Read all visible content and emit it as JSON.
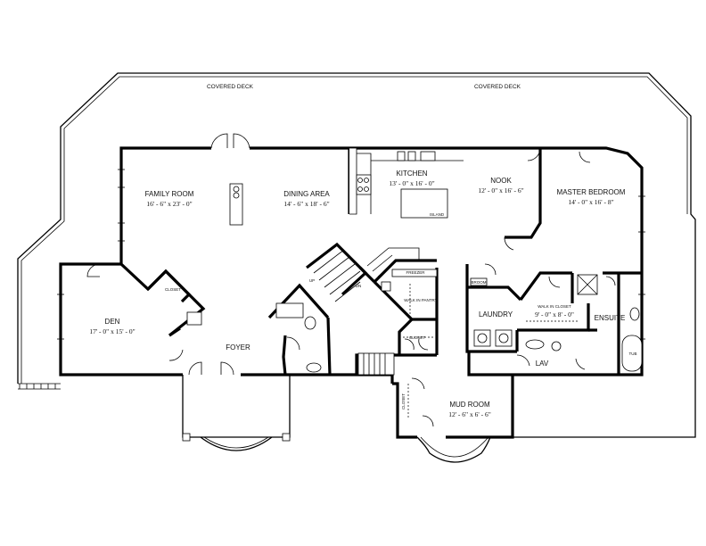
{
  "deck": {
    "left_label": "COVERED DECK",
    "right_label": "COVERED DECK"
  },
  "rooms": {
    "family_room": {
      "name": "FAMILY ROOM",
      "dims": "16' - 6\" x 23' - 0\""
    },
    "dining_area": {
      "name": "DINING AREA",
      "dims": "14' - 6\" x 18' - 6\""
    },
    "kitchen": {
      "name": "KITCHEN",
      "dims": "13' - 0\" x 16' - 0\""
    },
    "nook": {
      "name": "NOOK",
      "dims": "12' - 0\" x 16' - 6\""
    },
    "master_bedroom": {
      "name": "MASTER BEDROOM",
      "dims": "14' - 0\" x 16' - 8\""
    },
    "den": {
      "name": "DEN",
      "dims": "17' - 0\" x 15' - 0\""
    },
    "foyer": {
      "name": "FOYER"
    },
    "laundry": {
      "name": "LAUNDRY"
    },
    "walk_in_closet": {
      "name": "WALK IN CLOSET",
      "dims": "9' - 0\" x 8' - 0\""
    },
    "ensuite": {
      "name": "ENSUITE"
    },
    "lav": {
      "name": "LAV"
    },
    "mud_room": {
      "name": "MUD ROOM",
      "dims": "12' - 6\" x 6' - 6\""
    }
  },
  "fixtures": {
    "island": "ISLAND",
    "pantry": "WALK IN PANTRY",
    "freezer": "FREEZER",
    "closet": "CLOSET",
    "closet_den": "CLOSET",
    "closet_mud": "CLOSET",
    "broom": "BROOM",
    "tub": "TUB",
    "up_label": "UP",
    "down_label": "DN"
  }
}
